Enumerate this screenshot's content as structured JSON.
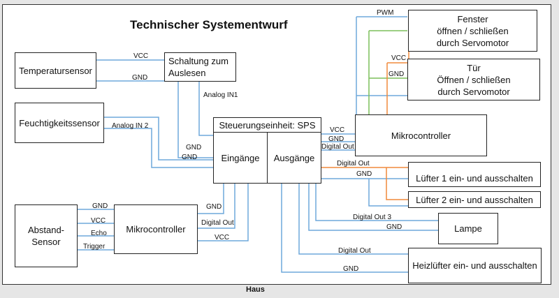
{
  "title": "Technischer Systementwurf",
  "footer_label": "Haus",
  "colors": {
    "signal": "#6fa8dc",
    "power": "#f08a3c",
    "ground": "#7cbf5a",
    "border": "#222222"
  },
  "blocks": {
    "temperature_sensor": "Temperatursensor",
    "readout_circuit": "Schaltung zum Auslesen",
    "humidity_sensor": "Feuchtigkeitssensor",
    "plc_header": "Steuerungseinheit: SPS",
    "plc_inputs": "Eingänge",
    "plc_outputs": "Ausgänge",
    "distance_sensor": "Abstand-\nSensor",
    "microcontroller_left": "Mikrocontroller",
    "microcontroller_right": "Mikrocontroller",
    "window": "Fenster\nöffnen / schließen\ndurch Servomotor",
    "door": "Tür\nÖffnen / schließen\ndurch Servomotor",
    "fan1": "Lüfter 1 ein- und ausschalten",
    "fan2": "Lüfter 2 ein- und ausschalten",
    "lamp": "Lampe",
    "heater": "Heizlüfter ein- und ausschalten"
  },
  "wire_labels": {
    "temp_vcc": "VCC",
    "temp_gnd": "GND",
    "analog_in1": "Analog IN1",
    "analog_in2": "Analog IN 2",
    "plc_gnd1": "GND",
    "plc_gnd2": "GND",
    "pwm": "PWM",
    "servo_vcc": "VCC",
    "servo_gnd": "GND",
    "mc_vcc": "VCC",
    "mc_gnd": "GND",
    "mc_digital_out": "Digital Out",
    "fan_digital_out": "Digital Out",
    "fan_gnd": "GND",
    "lamp_digital_out": "Digital Out 3",
    "lamp_gnd": "GND",
    "heater_digital_out": "Digital Out",
    "heater_gnd": "GND",
    "dist_gnd": "GND",
    "dist_vcc": "VCC",
    "dist_echo": "Echo",
    "dist_trigger": "Trigger",
    "mcl_gnd": "GND",
    "mcl_digital_out": "Digital Out",
    "mcl_vcc": "VCC"
  }
}
